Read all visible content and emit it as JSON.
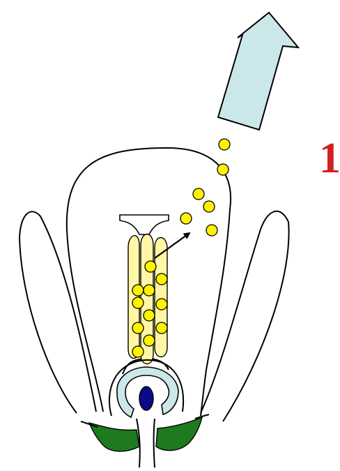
{
  "diagram": {
    "step_number": "1",
    "colors": {
      "pollen": "#fff200",
      "anther": "#fff7a6",
      "arrow": "#cbe7ea",
      "ovary_ring": "#cbe7ea",
      "ovule": "#0a0a8a",
      "sepal": "#1e7a1e",
      "label": "#d42020"
    },
    "icons": {
      "release_arrow": "large-up-right-arrow",
      "dispersal_arrow": "small-black-arrow"
    }
  }
}
